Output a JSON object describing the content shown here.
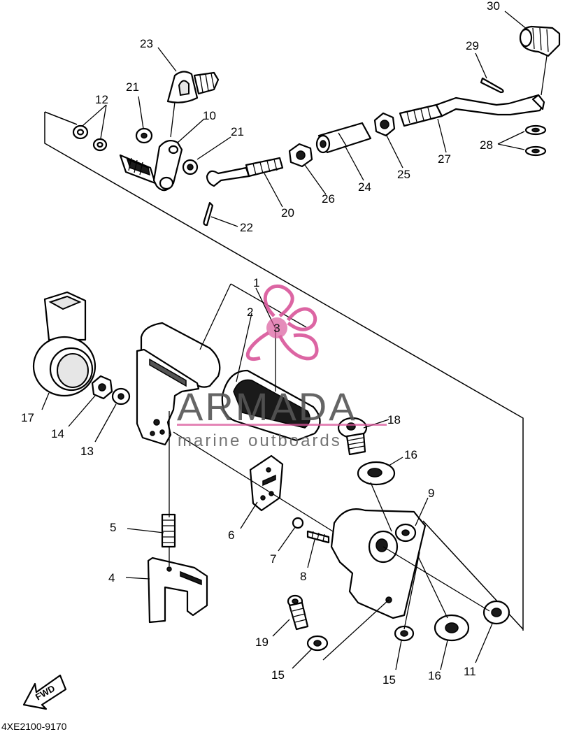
{
  "diagram": {
    "callouts": [
      {
        "id": "c1",
        "text": "1"
      },
      {
        "id": "c2",
        "text": "2"
      },
      {
        "id": "c3",
        "text": "3"
      },
      {
        "id": "c4",
        "text": "4"
      },
      {
        "id": "c5",
        "text": "5"
      },
      {
        "id": "c6",
        "text": "6"
      },
      {
        "id": "c7",
        "text": "7"
      },
      {
        "id": "c8",
        "text": "8"
      },
      {
        "id": "c9",
        "text": "9"
      },
      {
        "id": "c10",
        "text": "10"
      },
      {
        "id": "c11",
        "text": "11"
      },
      {
        "id": "c12",
        "text": "12"
      },
      {
        "id": "c13",
        "text": "13"
      },
      {
        "id": "c14",
        "text": "14"
      },
      {
        "id": "c15a",
        "text": "15"
      },
      {
        "id": "c15b",
        "text": "15"
      },
      {
        "id": "c16a",
        "text": "16"
      },
      {
        "id": "c16b",
        "text": "16"
      },
      {
        "id": "c17",
        "text": "17"
      },
      {
        "id": "c18",
        "text": "18"
      },
      {
        "id": "c19",
        "text": "19"
      },
      {
        "id": "c20",
        "text": "20"
      },
      {
        "id": "c21a",
        "text": "21"
      },
      {
        "id": "c21b",
        "text": "21"
      },
      {
        "id": "c22",
        "text": "22"
      },
      {
        "id": "c23",
        "text": "23"
      },
      {
        "id": "c24",
        "text": "24"
      },
      {
        "id": "c25",
        "text": "25"
      },
      {
        "id": "c26",
        "text": "26"
      },
      {
        "id": "c27",
        "text": "27"
      },
      {
        "id": "c28",
        "text": "28"
      },
      {
        "id": "c29",
        "text": "29"
      },
      {
        "id": "c30",
        "text": "30"
      }
    ],
    "direction_label": "FWD",
    "drawing_code": "4XE2100-9170"
  },
  "watermark": {
    "brand": "ARMADA",
    "tagline": "marine outboards",
    "color": "#d9559a"
  }
}
